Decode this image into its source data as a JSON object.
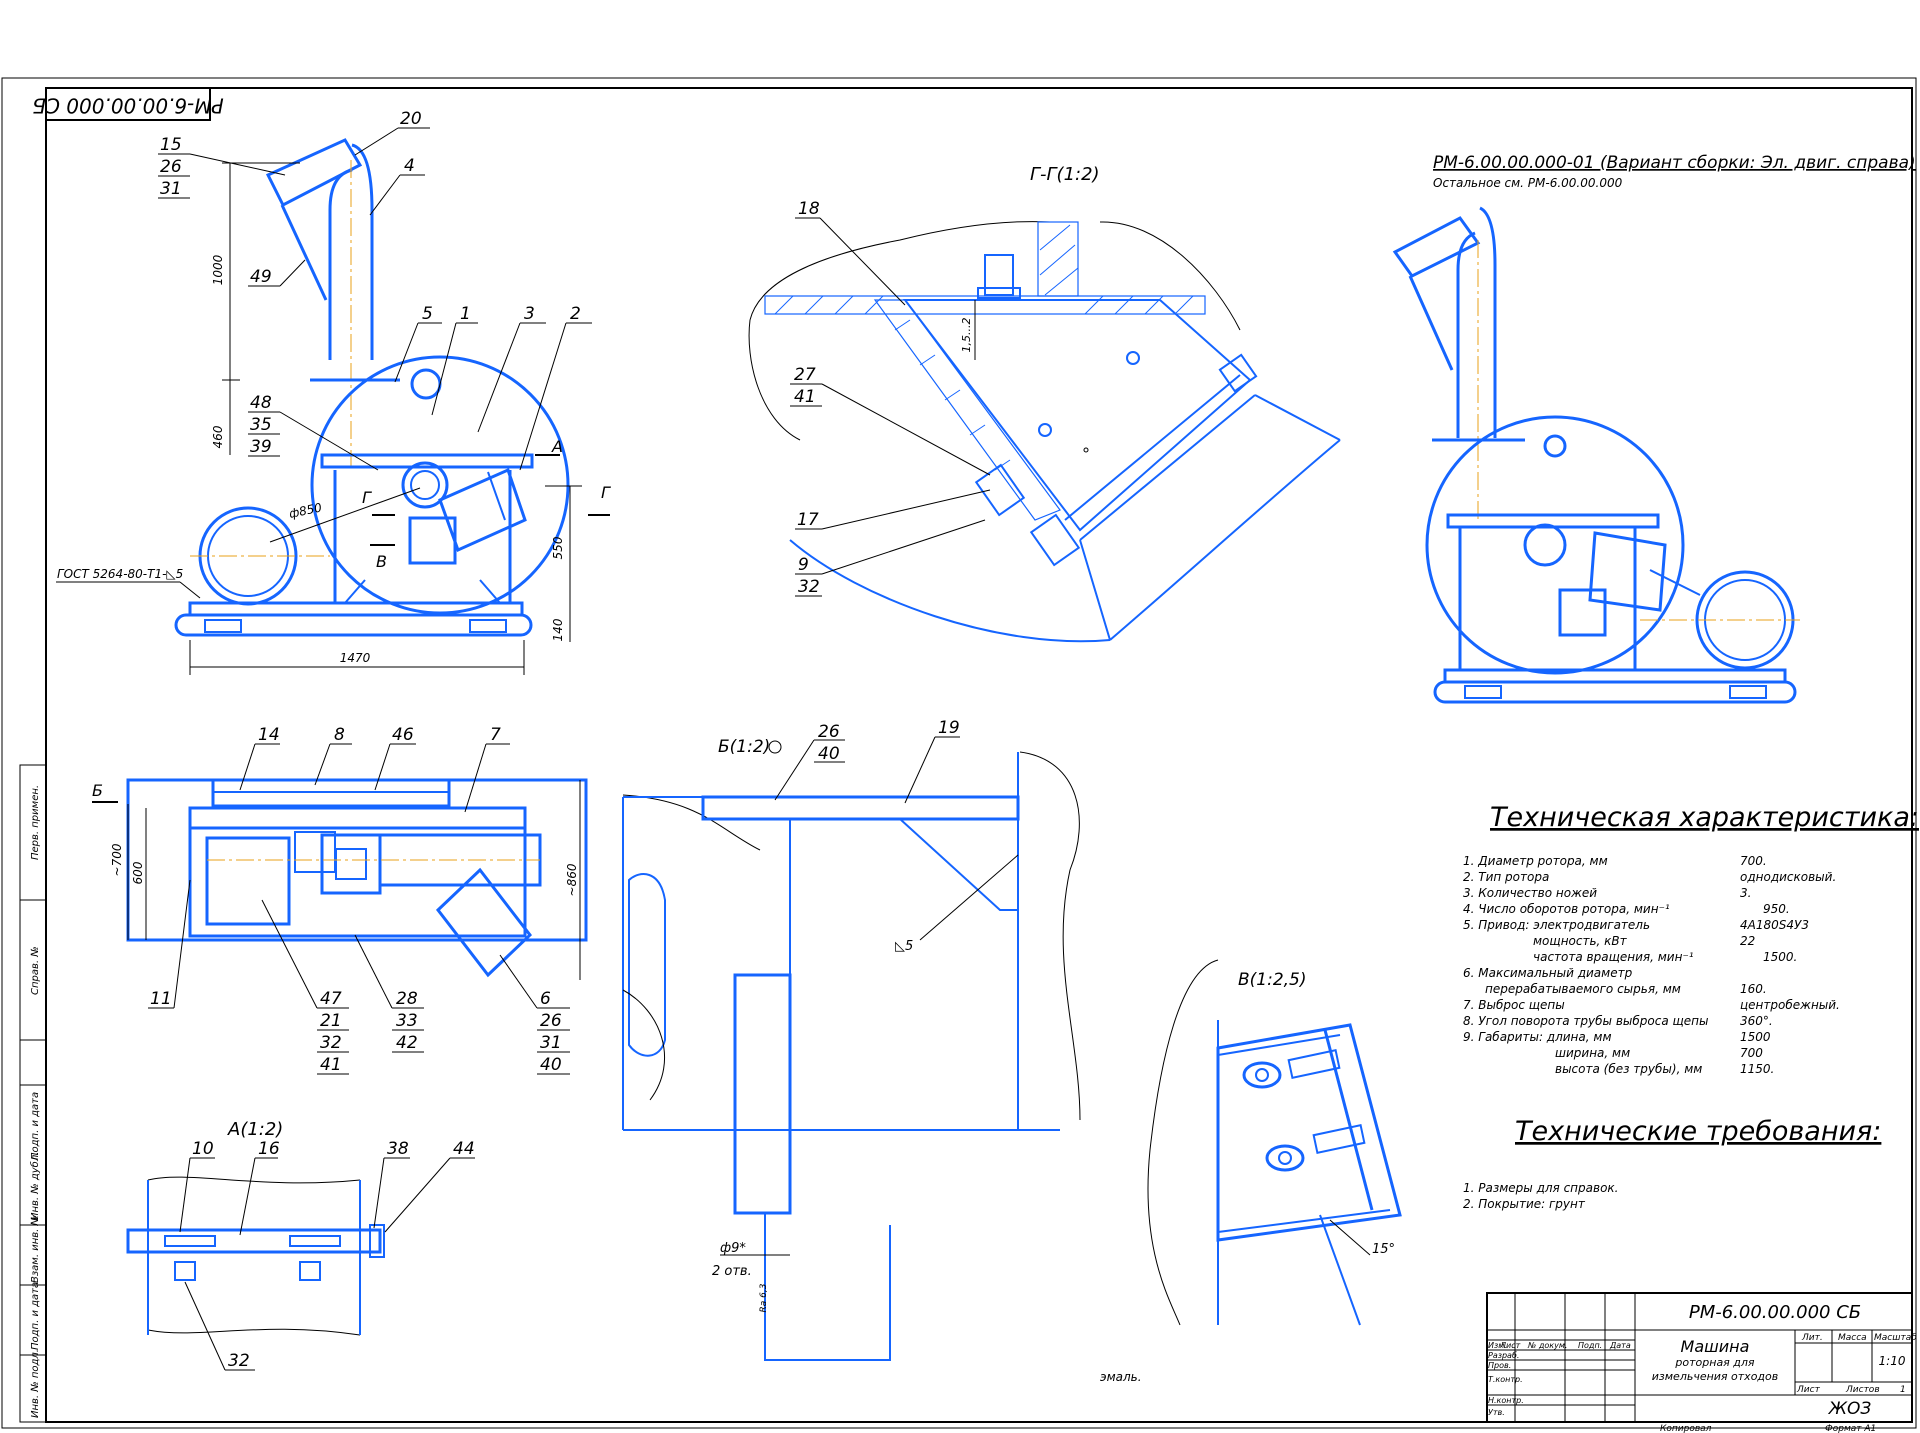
{
  "colors": {
    "outline": "#1565ff",
    "center_line": "#e8a21a",
    "text": "#000000"
  },
  "stamp_top_mirrored": "РМ-6.00.00.000 СБ",
  "view_gg": {
    "title": "Г-Г(1:2)",
    "dim_gap": "1,5...2"
  },
  "variant": {
    "title": "РМ-6.00.00.000-01 (Вариант сборки: Эл. двиг. справа)",
    "note": "Остальное см. РМ-6.00.00.000"
  },
  "main_view": {
    "dims": {
      "height_pipe": "1000",
      "height_upper": "460",
      "height_mid": "550",
      "height_base": "140",
      "length": "1470",
      "diameter": "ф850"
    },
    "weld_note": "ГОСТ 5264-80-Т1-◺5",
    "section_marks": {
      "a": "А",
      "g": "Г",
      "v": "В"
    }
  },
  "plan_view": {
    "dims": {
      "width_left": "~700",
      "width_inner": "600",
      "width_right": "~860"
    },
    "mark_b": "Б"
  },
  "view_a": {
    "title": "А(1:2)"
  },
  "view_b": {
    "title": "Б(1:2)",
    "weld": "◺5",
    "hole_dim": "ф9*",
    "hole_count": "2 отв.",
    "roughness": "Ra 6,3"
  },
  "view_v": {
    "title": "В(1:2,5)",
    "angle": "15°"
  },
  "tech_char": {
    "title": "Техническая характеристика:",
    "rows": [
      {
        "label": "1. Диаметр ротора, мм",
        "value": "700."
      },
      {
        "label": "2. Тип ротора",
        "value": "однодисковый."
      },
      {
        "label": "3. Количество ножей",
        "value": "3."
      },
      {
        "label": "4. Число оборотов ротора, мин⁻¹",
        "value": "950."
      },
      {
        "label": "5. Привод:   электродвигатель",
        "value": "4А180S4У3"
      },
      {
        "label": "мощность, кВт",
        "value": "22"
      },
      {
        "label": "частота вращения, мин⁻¹",
        "value": "1500."
      },
      {
        "label": "6. Максимальный диаметр",
        "value": ""
      },
      {
        "label": "перерабатываемого сырья, мм",
        "value": "160."
      },
      {
        "label": "7. Выброс щепы",
        "value": "центробежный."
      },
      {
        "label": "8. Угол поворота трубы выброса щепы",
        "value": "360°."
      },
      {
        "label": "9. Габариты:    длина, мм",
        "value": "1500"
      },
      {
        "label": "ширина, мм",
        "value": "700"
      },
      {
        "label": "высота (без трубы), мм",
        "value": "1150."
      }
    ]
  },
  "tech_req": {
    "title": "Технические требования:",
    "items": [
      "1. Размеры для справок.",
      "2. Покрытие:   грунт"
    ]
  },
  "enamel_note": "эмаль.",
  "title_block": {
    "designation": "РМ-6.00.00.000 СБ",
    "name1": "Машина",
    "name2": "роторная для",
    "name3": "измельчения отходов",
    "lit": "Лит.",
    "mass": "Масса",
    "scale_h": "Масштаб",
    "scale": "1:10",
    "sheet": "Лист",
    "sheets": "Листов",
    "sheets_n": "1",
    "org": "ЖОЗ",
    "copied": "Копировал",
    "format": "Формат   А1",
    "rows": [
      "Изм.",
      "Лист",
      "№ докум.",
      "Подп.",
      "Дата"
    ],
    "roles": [
      "Разраб.",
      "Пров.",
      "Т.контр.",
      "Н.контр.",
      "Утв."
    ]
  },
  "side_stamps": [
    "Перв. примен.",
    "Справ. №",
    "Подп. и дата",
    "Инв. № дубл.",
    "Взам. инв. №",
    "Подп. и дата",
    "Инв. № подл."
  ],
  "callouts": {
    "main": [
      "15",
      "26",
      "31",
      "20",
      "4",
      "49",
      "5",
      "1",
      "3",
      "2",
      "48",
      "35",
      "39"
    ],
    "gg": [
      "18",
      "27",
      "41",
      "17",
      "9",
      "32"
    ],
    "plan": [
      "14",
      "8",
      "46",
      "7",
      "11",
      "47",
      "21",
      "32",
      "41",
      "28",
      "33",
      "42",
      "6",
      "26",
      "31",
      "40"
    ],
    "a": [
      "10",
      "16",
      "38",
      "44",
      "32"
    ],
    "b": [
      "26",
      "40",
      "19"
    ]
  }
}
